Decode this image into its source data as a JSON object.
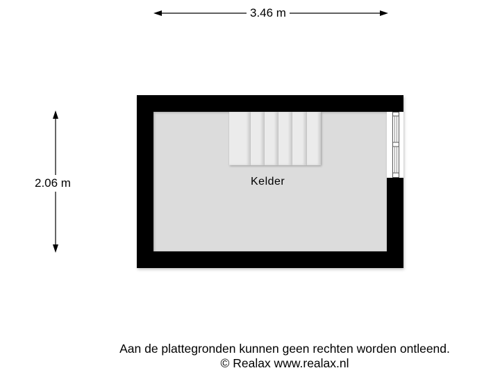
{
  "dimensions": {
    "width_label": "3.46 m",
    "height_label": "2.06 m"
  },
  "floorplan": {
    "rooms": [
      {
        "name": "Kelder"
      }
    ],
    "stairs": {
      "treads": 6
    },
    "window": {
      "wall": "right"
    },
    "colors": {
      "wall": "#000000",
      "floor": "#dcdcdc",
      "stairs": "#ebebeb"
    }
  },
  "footer": {
    "disclaimer": "Aan de plattegronden kunnen geen rechten worden ontleend.",
    "copyright": "© Realax www.realax.nl"
  }
}
